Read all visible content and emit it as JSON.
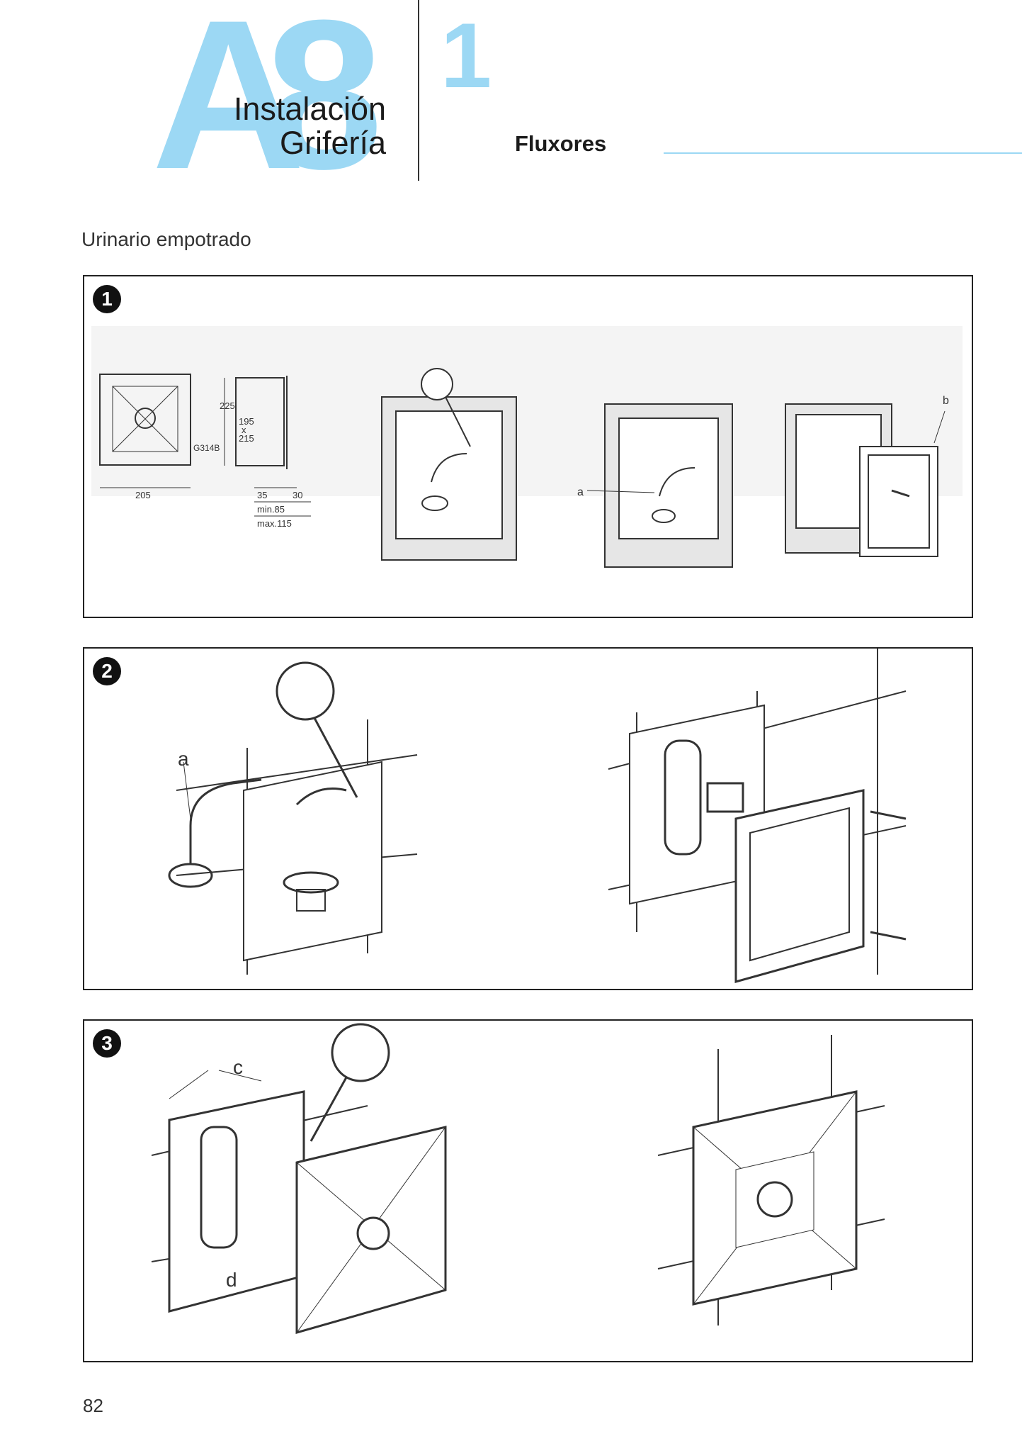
{
  "header": {
    "chapter_letters": "A8",
    "chapter_letter_a": "A",
    "chapter_letter_8": "8",
    "title_line1": "Instalación",
    "title_line2": "Grifería",
    "chapter_number": "1",
    "section": "Fluxores",
    "accent_color": "#9cd8f4"
  },
  "subtitle": "Urinario empotrado",
  "panels": [
    {
      "step": "1",
      "dimensions": [
        "225",
        "195",
        "x",
        "215",
        "G314B",
        "205",
        "35",
        "30",
        "min.85",
        "max.115"
      ],
      "labels": [
        "a",
        "b"
      ]
    },
    {
      "step": "2",
      "labels": [
        "a"
      ]
    },
    {
      "step": "3",
      "labels": [
        "c",
        "d"
      ]
    }
  ],
  "footer": {
    "page_number": "82"
  }
}
